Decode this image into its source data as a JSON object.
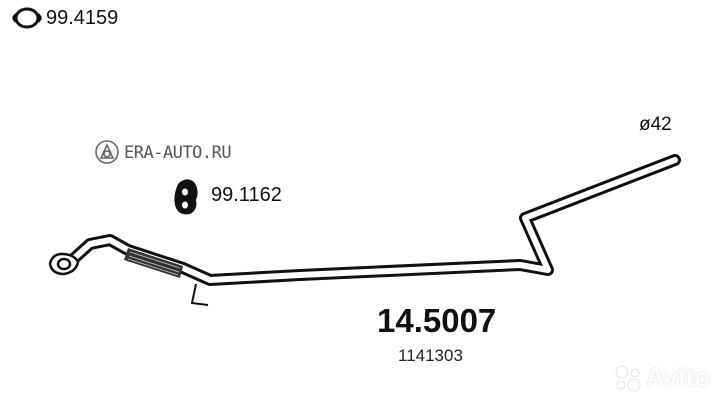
{
  "diagram": {
    "title_part_number": "14.5007",
    "oem_number": "1141303",
    "pipe_diameter": "ø42",
    "components": [
      {
        "icon": "gasket-icon",
        "part_number": "99.4159"
      },
      {
        "icon": "rubber-hanger-icon",
        "part_number": "99.1162"
      }
    ]
  },
  "watermarks": {
    "site": "ERA-AUTO.RU",
    "marketplace": "Avito"
  },
  "colors": {
    "line": "#111111",
    "background": "#ffffff"
  }
}
